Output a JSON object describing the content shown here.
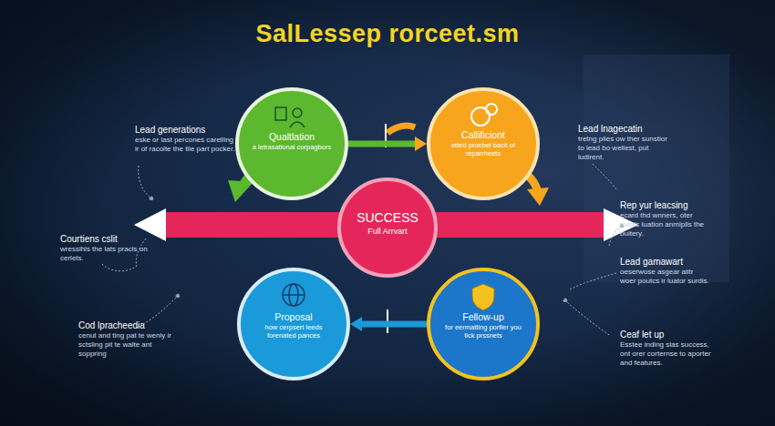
{
  "diagram": {
    "title": "SalLessep rorceet.sm",
    "nodes": [
      {
        "text": [
          "Qualtlation",
          "a letrasational corpagbors"
        ]
      },
      {
        "text": [
          "Callificiont",
          "etted proebel bacit of reparrheets"
        ]
      },
      {
        "text": [
          "SUCCESS",
          "Full Arrvart"
        ]
      },
      {
        "text": [
          "Proposal",
          "how cerpsert leeds forenated pances"
        ]
      },
      {
        "text": [
          "Fellow-up",
          "for eermatting porfler you tick prssnets"
        ]
      }
    ],
    "edges": [
      {
        "from": 0,
        "to": 1,
        "arrow": "to"
      },
      {
        "from": 4,
        "to": 3,
        "arrow": "to"
      }
    ],
    "labels": [
      "Lead generations",
      "eske or last percones carelling ir of racolte the tile part pocker.",
      "Courtiens cslit",
      "wresslhls the lats pracls on cerlets.",
      "Cod lpracheedia",
      "cenut and ting pat te wenly ir sctsling pit te walte ant soppring",
      "Lead lnagecatin",
      "tretng plies ow ther sunstior to lead bo wellest, put ludirent.",
      "Rep yur leacsing",
      "ecard thd wnners, oter meals luation anmiplls the bultery.",
      "Lead gamawart",
      "oeserwose asgear alitr woer poutcs ir luator surdis.",
      "Ceaf let up",
      "Esstee inding slas success, ont orer corternse to aporter and features."
    ]
  }
}
